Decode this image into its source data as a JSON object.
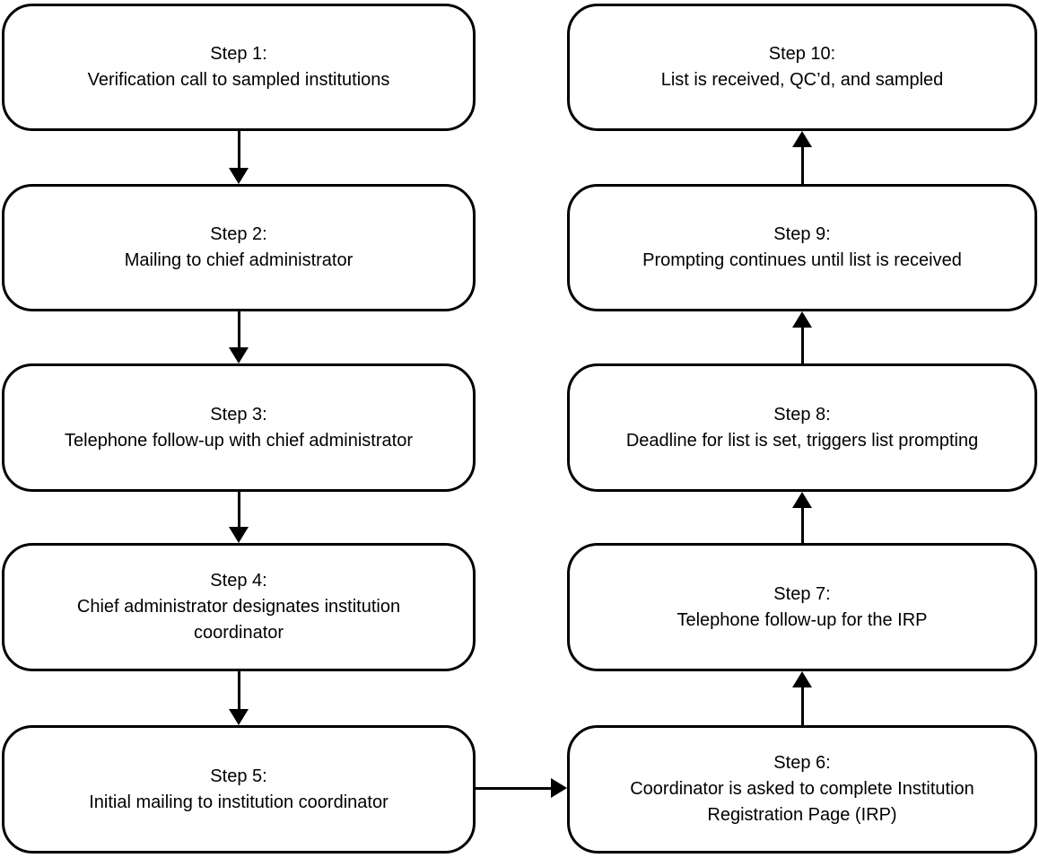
{
  "diagram": {
    "type": "flowchart",
    "background_color": "#ffffff",
    "box_fill_color": "#ffffff",
    "box_border_color": "#000000",
    "text_color": "#000000",
    "steps": [
      {
        "label": "Step 1:",
        "description": "Verification call to sampled institutions"
      },
      {
        "label": "Step 2:",
        "description": "Mailing to chief administrator"
      },
      {
        "label": "Step 3:",
        "description": "Telephone follow-up with chief administrator"
      },
      {
        "label": "Step 4:",
        "description": "Chief administrator designates institution coordinator"
      },
      {
        "label": "Step 5:",
        "description": "Initial mailing to institution coordinator"
      },
      {
        "label": "Step 6:",
        "description": "Coordinator is asked to complete Institution Registration Page (IRP)"
      },
      {
        "label": "Step 7:",
        "description": "Telephone follow-up for the IRP"
      },
      {
        "label": "Step 8:",
        "description": "Deadline for list is set, triggers list prompting"
      },
      {
        "label": "Step 9:",
        "description": "Prompting continues until list is received"
      },
      {
        "label": "Step 10:",
        "description": "List is received, QC’d, and sampled"
      }
    ],
    "connections": [
      {
        "from": "Step 1",
        "to": "Step 2",
        "direction": "down"
      },
      {
        "from": "Step 2",
        "to": "Step 3",
        "direction": "down"
      },
      {
        "from": "Step 3",
        "to": "Step 4",
        "direction": "down"
      },
      {
        "from": "Step 4",
        "to": "Step 5",
        "direction": "down"
      },
      {
        "from": "Step 5",
        "to": "Step 6",
        "direction": "right"
      },
      {
        "from": "Step 6",
        "to": "Step 7",
        "direction": "up"
      },
      {
        "from": "Step 7",
        "to": "Step 8",
        "direction": "up"
      },
      {
        "from": "Step 8",
        "to": "Step 9",
        "direction": "up"
      },
      {
        "from": "Step 9",
        "to": "Step 10",
        "direction": "up"
      }
    ]
  }
}
